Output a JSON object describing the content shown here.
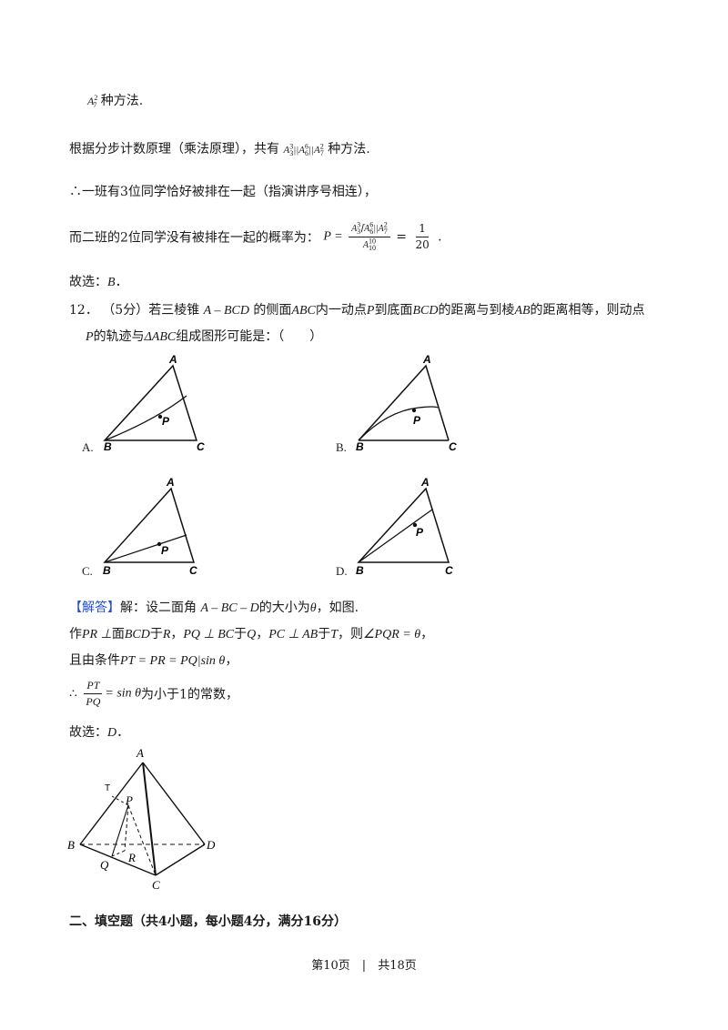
{
  "lines": {
    "l1_text": "种方法.",
    "l2_text": "根据分步计数原理（乘法原理），共有",
    "l2_tail": "种方法.",
    "l3_text": "∴一班有3位同学恰好被排在一起（指演讲序号相连），",
    "l4_text": "而二班的2位同学没有被排在一起的概率为：",
    "l4_result_num": "1",
    "l4_result_den": "20",
    "l5_text": "故选：",
    "l5_choice": "B",
    "q12_num": "12．",
    "q12_score": "（5分）若三棱锥",
    "q12_tetra": "A – BCD",
    "q12_p1": "的侧面",
    "q12_face": "ABC",
    "q12_p2": "内一动点",
    "q12_P": "P",
    "q12_p3": "到底面",
    "q12_base": "BCD",
    "q12_p4": "的距离与到棱",
    "q12_edge": "AB",
    "q12_p5": "的距离相等，则动点",
    "q12_l2_P": "P",
    "q12_l2_a": "的轨迹与",
    "q12_l2_tri": "ΔABC",
    "q12_l2_b": "组成图形可能是：（　　）",
    "ans_tag": "【解答】",
    "ans_l1a": "解：设二面角",
    "ans_l1_angle": "A – BC – D",
    "ans_l1b": "的大小为",
    "ans_l1_theta": "θ",
    "ans_l1c": "，如图.",
    "ans_l2a": "作",
    "ans_l2_m1": "PR ⊥",
    "ans_l2b": "面",
    "ans_l2_m2": "BCD",
    "ans_l2c": "于",
    "ans_l2_R": "R",
    "ans_l2_m3": "PQ ⊥ BC",
    "ans_l2_Q": "Q",
    "ans_l2_m4": "PC ⊥ AB",
    "ans_l2_T": "T",
    "ans_l2d": "，则",
    "ans_l2_m5": "∠PQR = θ",
    "ans_l3a": "且由条件",
    "ans_l3_m": "PT = PR = PQ|sin θ",
    "ans_l4_therefore": "∴",
    "ans_l4_num": "PT",
    "ans_l4_den": "PQ",
    "ans_l4_eq": "= sin θ",
    "ans_l4_text": "为小于1的常数，",
    "ans_l5_text": "故选：",
    "ans_l5_choice": "D",
    "section2": "二、填空题（共4小题，每小题4分，满分16分）",
    "footer": "第10页　|　共18页"
  },
  "choices": {
    "A": {
      "label": "A.",
      "vertices": [
        "A",
        "B",
        "C"
      ],
      "point": "P"
    },
    "B": {
      "label": "B.",
      "vertices": [
        "A",
        "B",
        "C"
      ],
      "point": "P"
    },
    "C": {
      "label": "C.",
      "vertices": [
        "A",
        "B",
        "C"
      ],
      "point": "P"
    },
    "D": {
      "label": "D.",
      "vertices": [
        "A",
        "B",
        "C"
      ],
      "point": "P"
    }
  },
  "figure": {
    "vertices": [
      "A",
      "B",
      "C",
      "D",
      "P",
      "Q",
      "R",
      "T"
    ]
  },
  "colors": {
    "answer_tag": "#1f4fd8",
    "text": "#1a1a1a"
  }
}
